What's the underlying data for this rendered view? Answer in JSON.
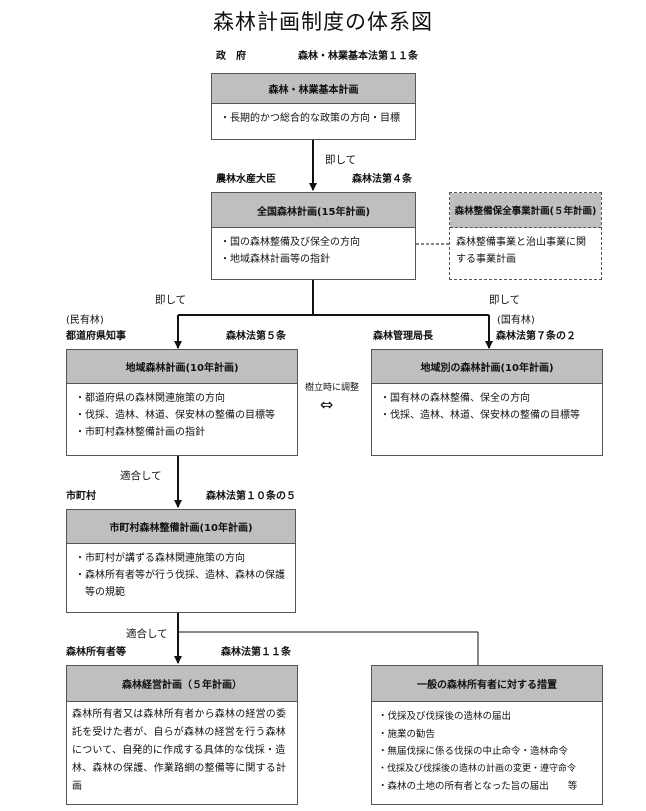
{
  "title": "森林計画制度の体系図",
  "labels": {
    "govt": "政　府",
    "law_kihon": "森林・林業基本法第１１条",
    "minister": "農林水産大臣",
    "law_4": "森林法第４条",
    "minyuurin": "(民有林)",
    "kokuyuurin": "(国有林)",
    "prefecture": "都道府県知事",
    "law_5": "森林法第５条",
    "bureau": "森林管理局長",
    "law_7_2": "森林法第７条の２",
    "municipality": "市町村",
    "law_10_5": "森林法第１０条の５",
    "owners": "森林所有者等",
    "law_11": "森林法第１１条"
  },
  "connectors": {
    "sokushite_1": "即して",
    "sokushite_left": "即して",
    "sokushite_right": "即して",
    "tekigou_1": "適合して",
    "tekigou_2": "適合して",
    "coordinate": "樹立時に調整",
    "double_arrow": "⇔"
  },
  "boxes": {
    "kihon_plan": {
      "title": "森林・林業基本計画",
      "items": [
        "・長期的かつ総合的な政策の方向・目標"
      ]
    },
    "national_plan": {
      "title": "全国森林計画(15年計画)",
      "items": [
        "・国の森林整備及び保全の方向",
        "・地域森林計画等の指針"
      ]
    },
    "maintenance_plan": {
      "title": "森林整備保全事業計画(５年計画)",
      "text": "森林整備事業と治山事業に関する事業計画"
    },
    "regional_plan": {
      "title": "地域森林計画(10年計画)",
      "items": [
        "・都道府県の森林関連施策の方向",
        "・伐採、造林、林道、保安林の整備の目標等",
        "・市町村森林整備計画の指針"
      ]
    },
    "area_plan": {
      "title": "地域別の森林計画(10年計画)",
      "items": [
        "・国有林の森林整備、保全の方向",
        "・伐採、造林、林道、保安林の整備の目標等"
      ]
    },
    "municipal_plan": {
      "title": "市町村森林整備計画(10年計画)",
      "items": [
        "・市町村が講ずる森林関連施策の方向",
        "・森林所有者等が行う伐採、造林、森林の保護",
        "　等の規範"
      ]
    },
    "management_plan": {
      "title": "森林経営計画（５年計画）",
      "text": "森林所有者又は森林所有者から森林の経営の委託を受けた者が、自らが森林の経営を行う森林について、自発的に作成する具体的な伐採・造林、森林の保護、作業路網の整備等に関する計画"
    },
    "general_measures": {
      "title": "一般の森林所有者に対する措置",
      "items": [
        "・伐採及び伐採後の造林の届出",
        "・施業の勧告",
        "・無届伐採に係る伐採の中止命令・造林命令",
        "・伐採及び伐採後の造林の計画の変更・遵守命令",
        "・森林の土地の所有者となった旨の届出　　等"
      ]
    }
  }
}
